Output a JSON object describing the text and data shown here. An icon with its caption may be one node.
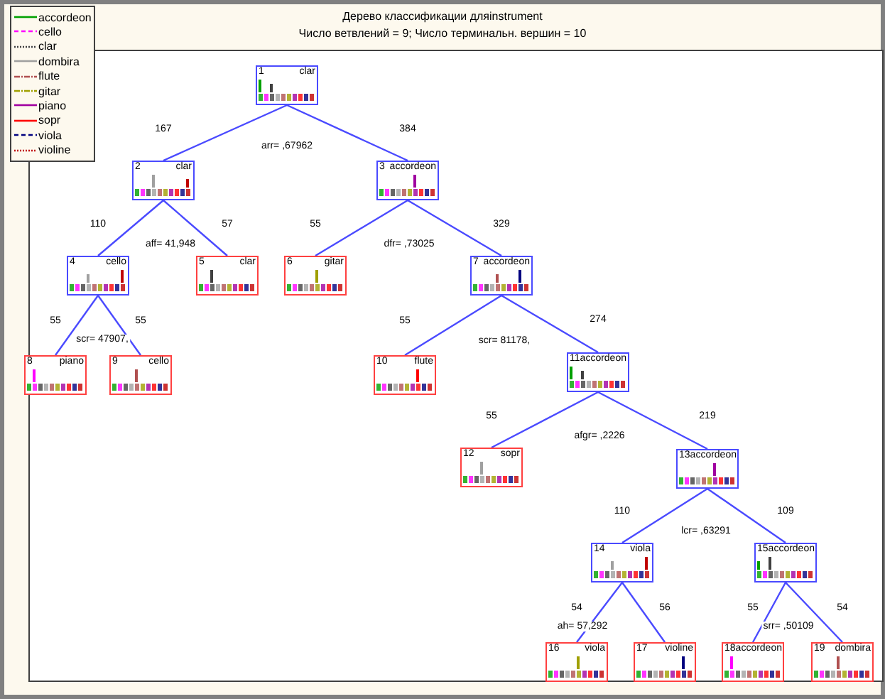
{
  "diagram": {
    "title": "Дерево классификации дляinstrument",
    "nodes": [
      {
        "text": [
          "1",
          "clar"
        ]
      },
      {
        "text": [
          "2",
          "clar"
        ]
      },
      {
        "text": [
          "3",
          "accordeon"
        ]
      },
      {
        "text": [
          "4",
          "cello"
        ]
      },
      {
        "text": [
          "5",
          "clar"
        ]
      },
      {
        "text": [
          "6",
          "gitar"
        ]
      },
      {
        "text": [
          "7",
          "accordeon"
        ]
      },
      {
        "text": [
          "8",
          "piano"
        ]
      },
      {
        "text": [
          "9",
          "cello"
        ]
      },
      {
        "text": [
          "10",
          "flute"
        ]
      },
      {
        "text": [
          "11",
          "accordeon"
        ]
      },
      {
        "text": [
          "12",
          "sopr"
        ]
      },
      {
        "text": [
          "13",
          "accordeon"
        ]
      },
      {
        "text": [
          "14",
          "viola"
        ]
      },
      {
        "text": [
          "15",
          "accordeon"
        ]
      },
      {
        "text": [
          "16",
          "viola"
        ]
      },
      {
        "text": [
          "17",
          "violine"
        ]
      },
      {
        "text": [
          "18",
          "accordeon"
        ]
      },
      {
        "text": [
          "19",
          "dombira"
        ]
      }
    ],
    "edges": [
      {
        "from": 0,
        "to": 1,
        "arrow": "none",
        "label": "167"
      },
      {
        "from": 0,
        "to": 2,
        "arrow": "none",
        "label": "384"
      },
      {
        "from": 1,
        "to": 3,
        "arrow": "none",
        "label": "110"
      },
      {
        "from": 1,
        "to": 4,
        "arrow": "none",
        "label": "57"
      },
      {
        "from": 2,
        "to": 5,
        "arrow": "none",
        "label": "55"
      },
      {
        "from": 2,
        "to": 6,
        "arrow": "none",
        "label": "329"
      },
      {
        "from": 3,
        "to": 7,
        "arrow": "none",
        "label": "55"
      },
      {
        "from": 3,
        "to": 8,
        "arrow": "none",
        "label": "55"
      },
      {
        "from": 6,
        "to": 9,
        "arrow": "none",
        "label": "55"
      },
      {
        "from": 6,
        "to": 10,
        "arrow": "none",
        "label": "274"
      },
      {
        "from": 10,
        "to": 11,
        "arrow": "none",
        "label": "55"
      },
      {
        "from": 10,
        "to": 12,
        "arrow": "none",
        "label": "219"
      },
      {
        "from": 12,
        "to": 13,
        "arrow": "none",
        "label": "110"
      },
      {
        "from": 12,
        "to": 14,
        "arrow": "none",
        "label": "109"
      },
      {
        "from": 13,
        "to": 15,
        "arrow": "none",
        "label": "54"
      },
      {
        "from": 13,
        "to": 16,
        "arrow": "none",
        "label": "56"
      },
      {
        "from": 14,
        "to": 17,
        "arrow": "none",
        "label": "55"
      },
      {
        "from": 14,
        "to": 18,
        "arrow": "none",
        "label": "54"
      }
    ],
    "labels": [
      "Число  ветвлений = 9; Число терминальн. вершин = 10",
      "arr= ,67962",
      "aff= 41,948",
      "dfr= ,73025",
      "scr= 47907,",
      "scr= 81178,",
      "afgr= ,2226",
      "lcr= ,63291",
      "ah= 57,292",
      "srr= ,50109"
    ],
    "legend": [
      {
        "text": "accordeon"
      },
      {
        "text": "cello"
      },
      {
        "text": "clar"
      },
      {
        "text": "dombira"
      },
      {
        "text": "flute"
      },
      {
        "text": "gitar"
      },
      {
        "text": "piano"
      },
      {
        "text": "sopr"
      },
      {
        "text": "viola"
      },
      {
        "text": "violine"
      }
    ]
  }
}
